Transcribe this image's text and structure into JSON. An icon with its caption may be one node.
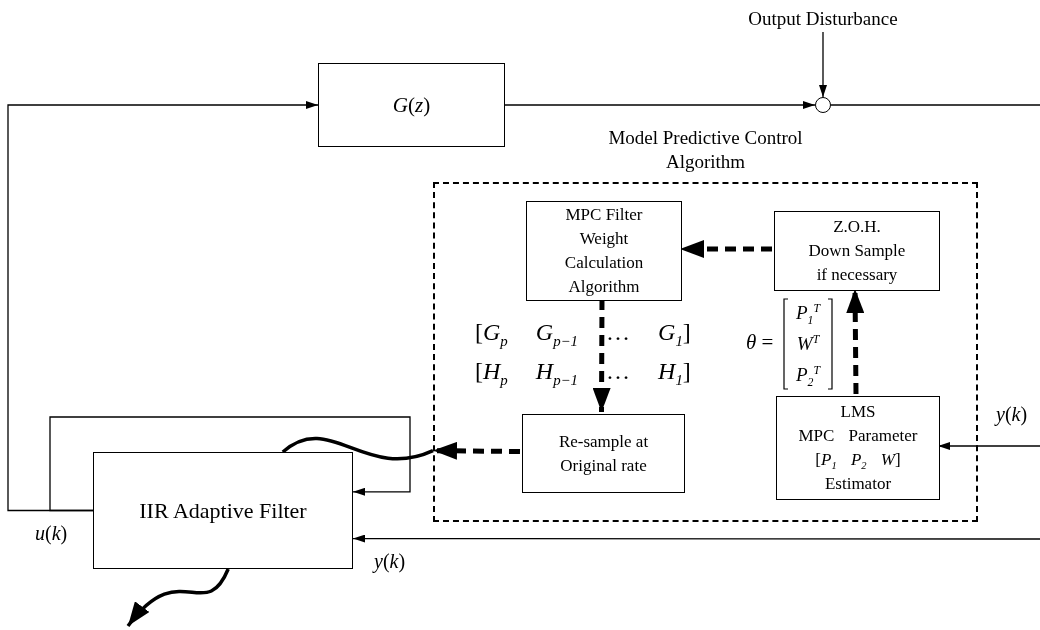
{
  "diagram": {
    "nodes": [
      {
        "text": [
          "Output Disturbance"
        ]
      },
      {
        "text": [
          "*G*(*z*)"
        ]
      },
      {
        "text": [],
        "shape": "circle"
      },
      {
        "text": [
          "Model Predictive Control Algorithm"
        ]
      },
      {
        "text": [
          "MPC Filter Weight Calculation Algorithm"
        ],
        "in": 3
      },
      {
        "text": [
          "Z.O.H.",
          "Down Sample if necessary"
        ],
        "in": 3
      },
      {
        "text": [
          "Re-sample at Original rate"
        ],
        "in": 3
      },
      {
        "text": [
          "LMS",
          "MPC Parameter",
          "[*P*$_{1}$ *P*$_{2}$ *W*]",
          "Estimator"
        ],
        "in": 3
      },
      {
        "text": [
          "IIR Adaptive Filter"
        ]
      }
    ],
    "edges": [
      {
        "from": 0,
        "to": 2,
        "arrow": "to"
      },
      {
        "from": 8,
        "to": 1,
        "arrow": "to"
      },
      {
        "from": 1,
        "to": 2,
        "arrow": "to"
      },
      {
        "from": 2,
        "to": null,
        "arrow": "none"
      },
      {
        "from": 8,
        "to": 8,
        "arrow": "to"
      },
      {
        "from": 5,
        "to": 4,
        "arrow": "to",
        "style": "dashed"
      },
      {
        "from": 7,
        "to": 5,
        "arrow": "to",
        "style": "dashed"
      },
      {
        "from": 4,
        "to": 6,
        "arrow": "to",
        "style": "dashed"
      },
      {
        "from": 6,
        "to": 3,
        "arrow": "to",
        "style": "dashed"
      },
      {
        "from": null,
        "to": 7,
        "arrow": "to",
        "label": "*y*(*k*)"
      },
      {
        "from": null,
        "to": 8,
        "arrow": "to",
        "label": "*y*(*k*)"
      },
      {
        "from": 8,
        "to": null,
        "arrow": "to",
        "style": "thick"
      },
      {
        "from": 3,
        "to": 8,
        "arrow": "none",
        "style": "thick"
      }
    ],
    "labels": [
      "[*G*$_{p}$ *G*$_{p−1}$ … *G*$_{1}$]",
      "[*H*$_{p}$ *H*$_{p−1}$ … *H*$_{1}$]",
      "*θ* =",
      "*P*$_{1}$$^{T}$",
      "*W*$^{T}$",
      "*P*$_{2}$$^{T}$",
      "*u*(*k*)"
    ]
  }
}
